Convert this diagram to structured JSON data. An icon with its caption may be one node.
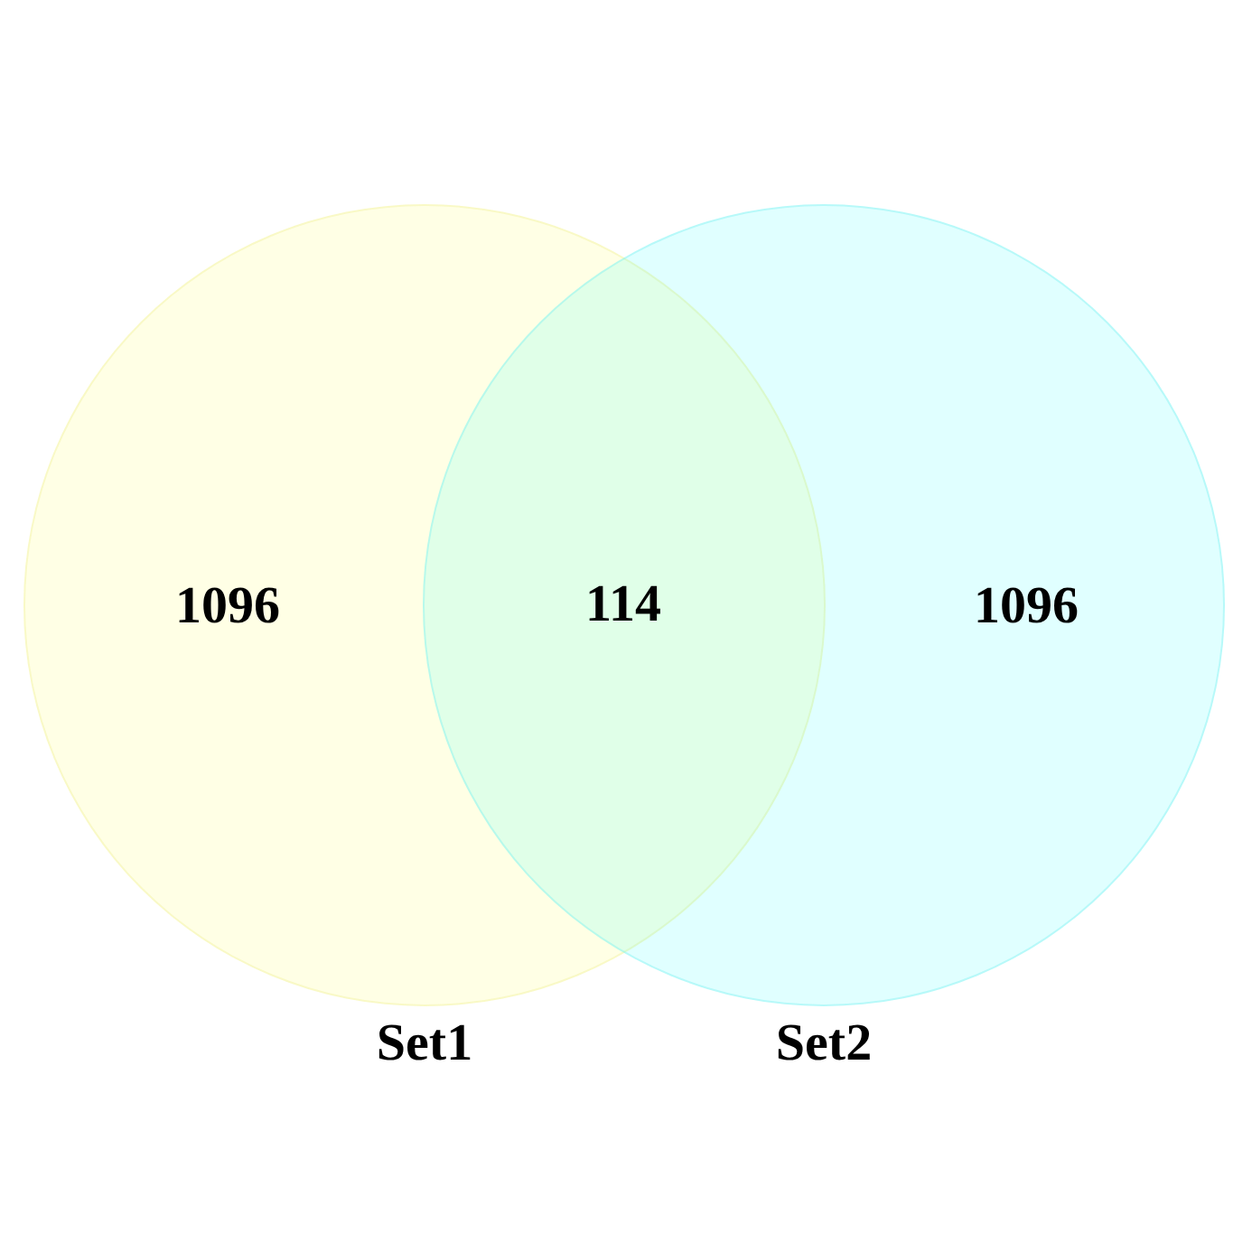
{
  "diagram": {
    "nodes": [
      {
        "text": [
          "1096"
        ],
        "beside": [
          "Set1"
        ]
      },
      {
        "text": [
          "1096"
        ],
        "beside": [
          "Set2"
        ]
      }
    ],
    "edges": [],
    "labels": [
      "114"
    ]
  }
}
